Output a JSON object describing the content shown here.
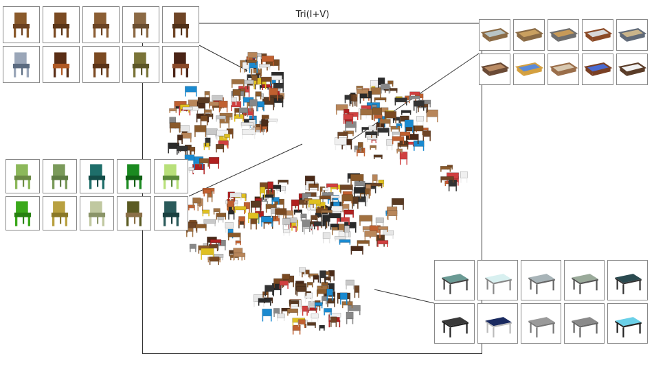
{
  "title": "Tri(I+V)",
  "groups": [
    {
      "name": "wooden-chairs",
      "kind": "chair",
      "tiles": [
        {
          "color": "#8a5a2b",
          "accent": "#6b4120"
        },
        {
          "color": "#7a4a22",
          "accent": "#5a3518"
        },
        {
          "color": "#8b5e34",
          "accent": "#6b4424"
        },
        {
          "color": "#8c6a45",
          "accent": "#6a4e30"
        },
        {
          "color": "#6e4526",
          "accent": "#4f3019"
        },
        {
          "color": "#9aa6b8",
          "accent": "#5b6b80"
        },
        {
          "color": "#5a2e16",
          "accent": "#b05a25"
        },
        {
          "color": "#7b4a22",
          "accent": "#5a3418"
        },
        {
          "color": "#7a7438",
          "accent": "#5c5628"
        },
        {
          "color": "#4a2416",
          "accent": "#8a4a2a"
        }
      ]
    },
    {
      "name": "coffee-tables",
      "kind": "low-table",
      "tiles": [
        {
          "color": "#8b6b45",
          "accent": "#b8c4c4"
        },
        {
          "color": "#8a6b45",
          "accent": "#c9a060"
        },
        {
          "color": "#6e6e6e",
          "accent": "#c79a58"
        },
        {
          "color": "#8b4a26",
          "accent": "#d8d8d8"
        },
        {
          "color": "#606a78",
          "accent": "#c9b48a"
        },
        {
          "color": "#6a4a35",
          "accent": "#b98b64"
        },
        {
          "color": "#d4a040",
          "accent": "#5b8ad8"
        },
        {
          "color": "#9a6e4a",
          "accent": "#d8c8b0"
        },
        {
          "color": "#7a4024",
          "accent": "#4a6ad0"
        },
        {
          "color": "#5a3c28",
          "accent": "#f2f2f2"
        }
      ]
    },
    {
      "name": "green-chairs",
      "kind": "chair",
      "tiles": [
        {
          "color": "#8cb85a",
          "accent": "#6b8a44"
        },
        {
          "color": "#7a9a5a",
          "accent": "#5e7c44"
        },
        {
          "color": "#1e6e6a",
          "accent": "#134c48"
        },
        {
          "color": "#1a8a20",
          "accent": "#106014"
        },
        {
          "color": "#b8e07a",
          "accent": "#5a8a3a"
        },
        {
          "color": "#3aa81a",
          "accent": "#268010"
        },
        {
          "color": "#b8a040",
          "accent": "#8a7828"
        },
        {
          "color": "#c0c8a0",
          "accent": "#8a9468"
        },
        {
          "color": "#5a5a22",
          "accent": "#8a7048"
        },
        {
          "color": "#2a5a5a",
          "accent": "#1a4040"
        }
      ]
    },
    {
      "name": "flat-tables",
      "kind": "table",
      "tiles": [
        {
          "color": "#6a9a94",
          "accent": "#444"
        },
        {
          "color": "#d8f0f0",
          "accent": "#888"
        },
        {
          "color": "#a8b4b8",
          "accent": "#666"
        },
        {
          "color": "#9aaa9a",
          "accent": "#555"
        },
        {
          "color": "#2a4a50",
          "accent": "#333"
        },
        {
          "color": "#3a3a3a",
          "accent": "#222"
        },
        {
          "color": "#1a2a60",
          "accent": "#bbb"
        },
        {
          "color": "#9a9a9a",
          "accent": "#777"
        },
        {
          "color": "#8a8a8a",
          "accent": "#666"
        },
        {
          "color": "#6ad0e8",
          "accent": "#222"
        }
      ]
    }
  ]
}
